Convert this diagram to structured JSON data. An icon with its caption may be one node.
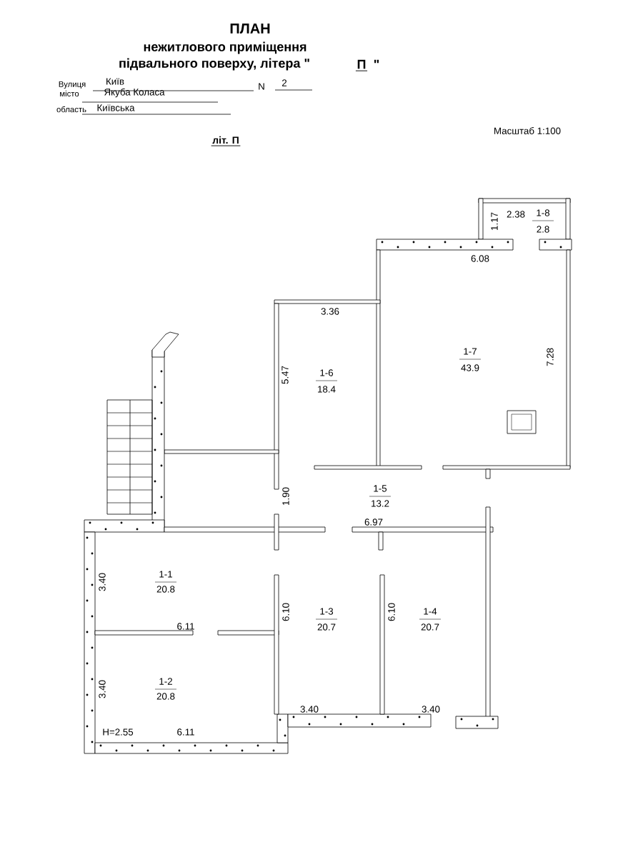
{
  "diagram": {
    "title": "ПЛАН",
    "labels": [
      "нежитлового приміщення",
      "підвального поверху, літера \"",
      "П",
      "\"",
      "Вулиця",
      "Київ",
      "N",
      "2",
      "місто",
      "Якуба Коласа",
      "область",
      "Київська",
      "Масштаб 1:100",
      "літ. П",
      "1.17",
      "2.38",
      "1-8",
      "2.8",
      "6.08",
      "3.36",
      "1-7",
      "43.9",
      "7.28",
      "5.47",
      "1-6",
      "18.4",
      "1.90",
      "1-5",
      "13.2",
      "6.97",
      "3.40",
      "1-1",
      "20.8",
      "6.11",
      "6.10",
      "1-3",
      "20.7",
      "6.10",
      "1-4",
      "20.7",
      "3.40",
      "1-2",
      "20.8",
      "3.40",
      "3.40",
      "H=2.55",
      "6.11"
    ]
  }
}
